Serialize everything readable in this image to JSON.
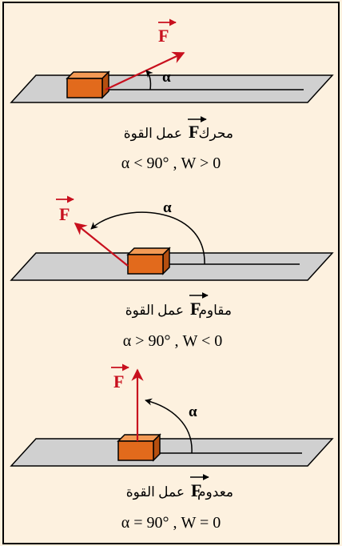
{
  "colors": {
    "background": "#fdf1df",
    "border": "#000000",
    "plane": "#d0d0d0",
    "block_front": "#e26a1c",
    "block_top": "#f39a55",
    "block_side": "#b54f10",
    "force": "#c8101e",
    "line": "#000000"
  },
  "panels": [
    {
      "force_symbol": "F",
      "angle_symbol": "α",
      "caption_work": "عمل القوة",
      "caption_type": "محرك",
      "condition": "α < 90° , W > 0"
    },
    {
      "force_symbol": "F",
      "angle_symbol": "α",
      "caption_work": "عمل القوة",
      "caption_type": "مقاوم",
      "condition": "α > 90° , W < 0"
    },
    {
      "force_symbol": "F",
      "angle_symbol": "α",
      "caption_work": "عمل القوة",
      "caption_type": "معدوم",
      "condition": "α = 90° , W = 0"
    }
  ]
}
